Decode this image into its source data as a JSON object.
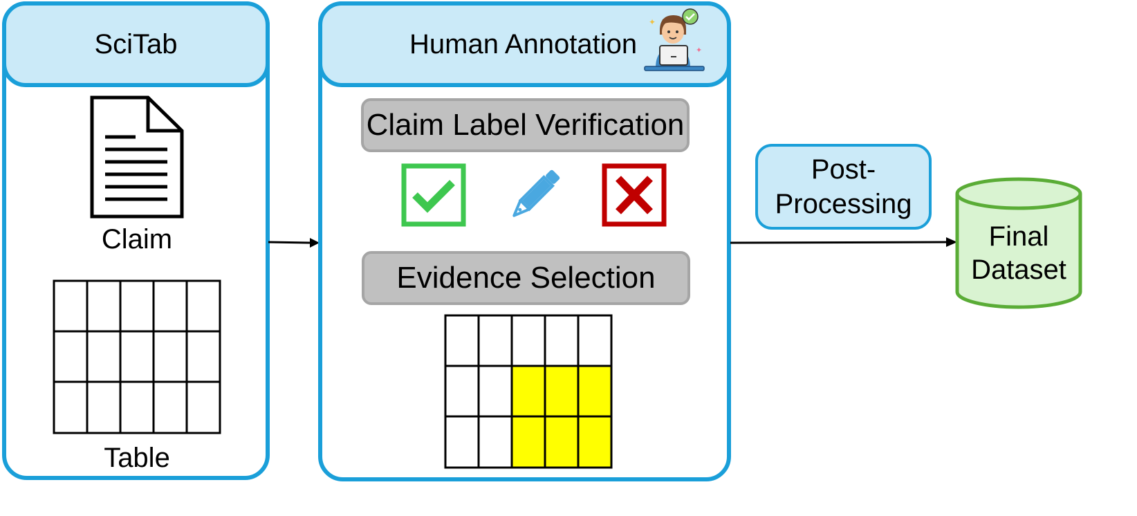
{
  "scitab": {
    "title": "SciTab",
    "claim_label": "Claim",
    "table_label": "Table"
  },
  "annotation": {
    "title": "Human Annotation",
    "claim_verification_label": "Claim Label Verification",
    "evidence_selection_label": "Evidence Selection"
  },
  "post_processing": {
    "line1": "Post-",
    "line2": "Processing"
  },
  "final_dataset": {
    "line1": "Final",
    "line2": "Dataset"
  },
  "colors": {
    "panel_border": "#1a9fd9",
    "panel_fill": "#cbeaf8",
    "gray_box": "#c0c0c0",
    "check_green": "#3ec74f",
    "cross_red": "#c00000",
    "pencil_blue": "#4aa8e0",
    "highlight_yellow": "#ffff00",
    "db_green_border": "#5aac36",
    "db_green_fill": "#d9f3d1"
  }
}
